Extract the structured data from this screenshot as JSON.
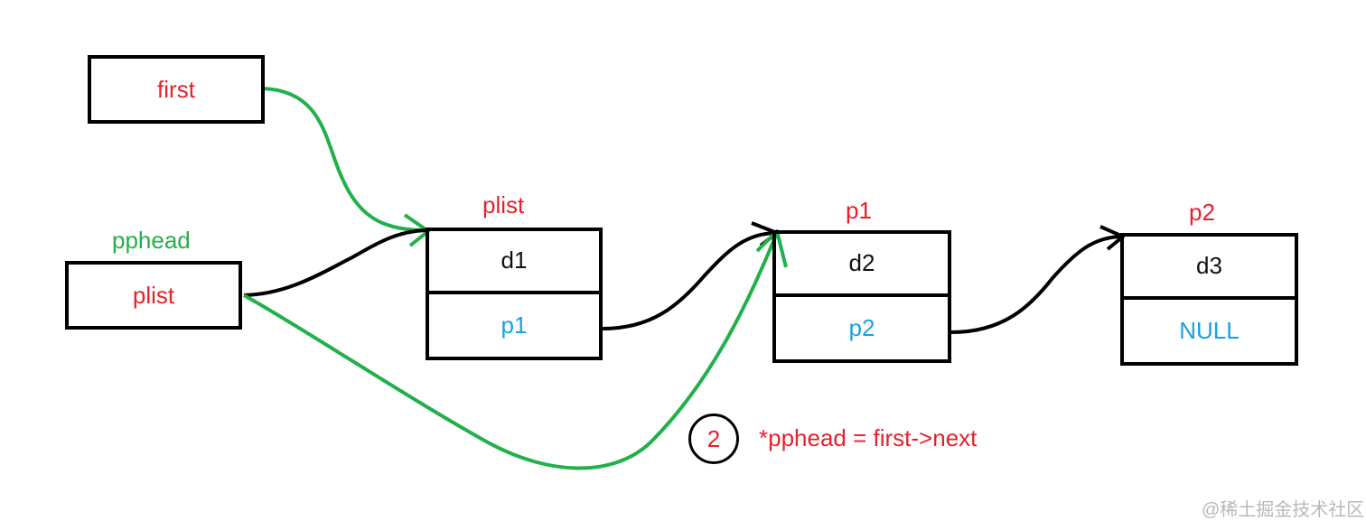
{
  "colors": {
    "pointer_name": "#e8202a",
    "pphead_name": "#22b04a",
    "next_field": "#1aa0e0",
    "data_field": "#111111",
    "old_link": "#000000",
    "new_link": "#22b04a"
  },
  "variables": {
    "first": {
      "value": "first"
    },
    "pphead": {
      "name": "pphead",
      "value": "plist"
    }
  },
  "nodes": [
    {
      "name": "plist",
      "data": "d1",
      "next": "p1"
    },
    {
      "name": "p1",
      "data": "d2",
      "next": "p2"
    },
    {
      "name": "p2",
      "data": "d3",
      "next": "NULL"
    }
  ],
  "step": {
    "number": "2",
    "expression": "*pphead = first->next"
  },
  "watermark": "@稀土掘金技术社区"
}
